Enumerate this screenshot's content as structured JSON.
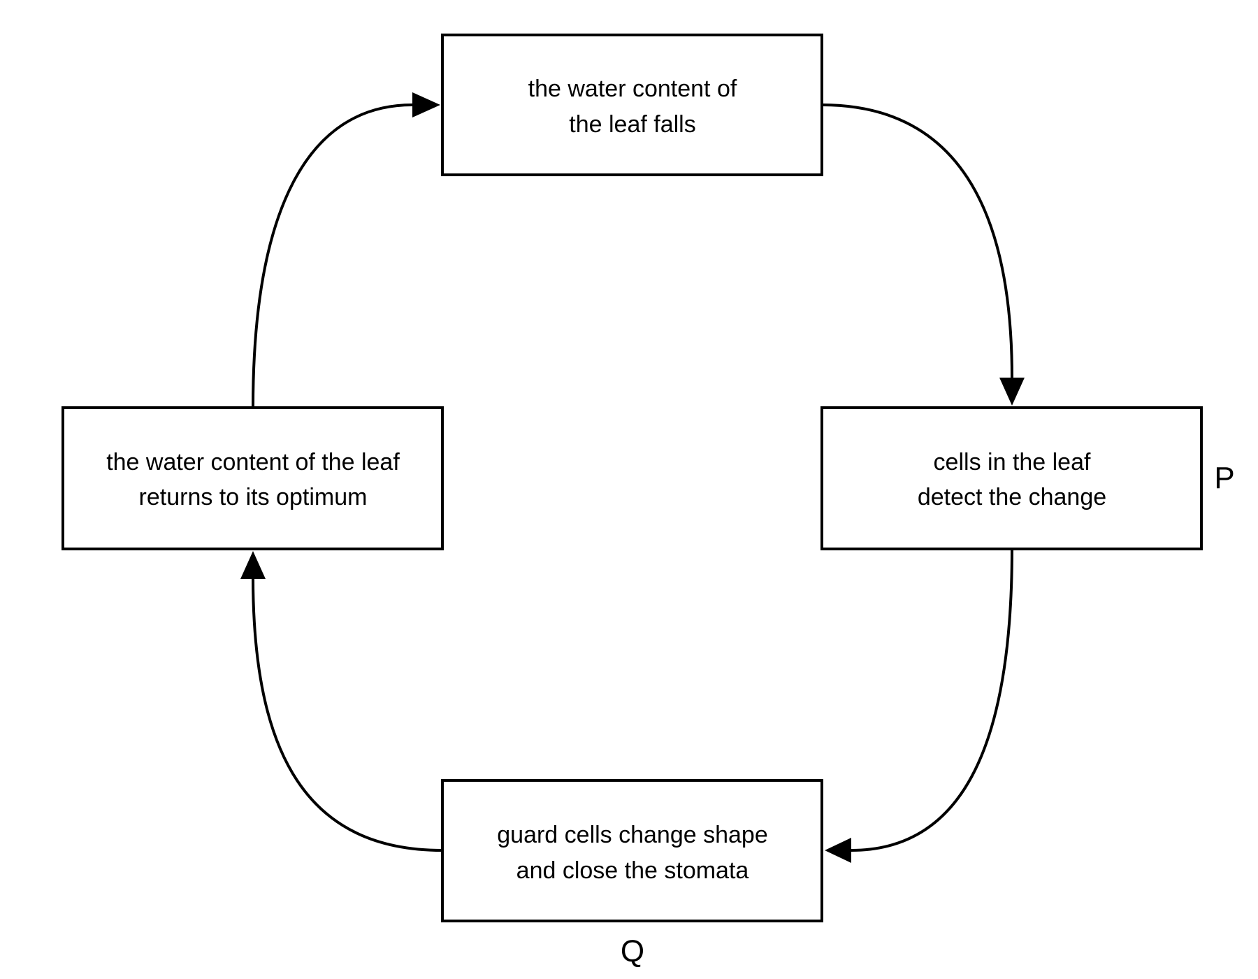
{
  "diagram": {
    "boxes": [
      {
        "id": "top",
        "lines": [
          "the water content of",
          "the leaf falls"
        ]
      },
      {
        "id": "right",
        "lines": [
          "cells in the leaf",
          "detect the change"
        ]
      },
      {
        "id": "bottom",
        "lines": [
          "guard cells change shape",
          "and close the stomata"
        ]
      },
      {
        "id": "left",
        "lines": [
          "the water content of the leaf",
          "returns to its optimum"
        ]
      }
    ],
    "labels": {
      "p": "P",
      "q": "Q"
    },
    "colors": {
      "stroke": "#000000",
      "background": "#ffffff"
    }
  }
}
